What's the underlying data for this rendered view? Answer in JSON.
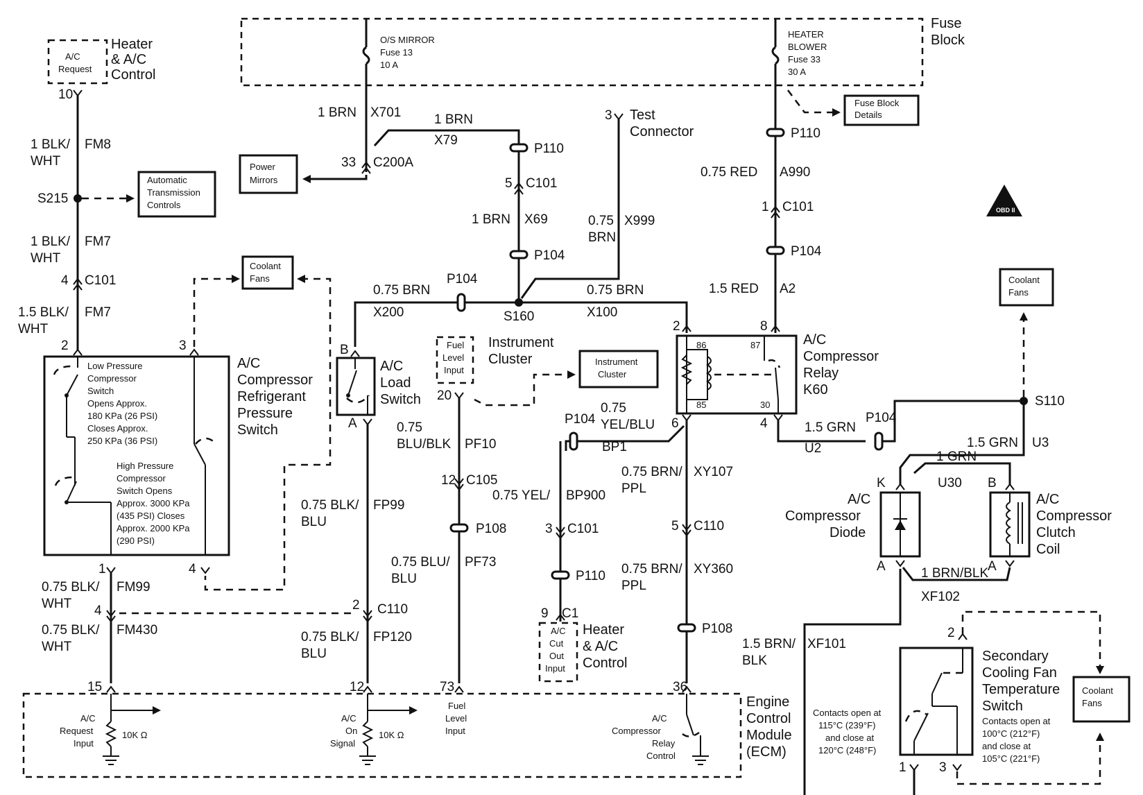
{
  "fuse_block": {
    "title": [
      "Fuse",
      "Block"
    ],
    "fuse13": [
      "O/S MIRROR",
      "Fuse 13",
      "10 A"
    ],
    "fuse33": [
      "HEATER",
      "BLOWER",
      "Fuse 33",
      "30 A"
    ],
    "details": [
      "Fuse Block",
      "Details"
    ]
  },
  "heater_ac_control_top": {
    "title": [
      "Heater",
      "& A/C",
      "Control"
    ],
    "inner": [
      "A/C",
      "Request"
    ],
    "pin": "10"
  },
  "left_wires": {
    "w1": [
      "1 BLK/",
      "WHT"
    ],
    "c1": "FM8",
    "splice": "S215",
    "w2": [
      "1 BLK/",
      "WHT"
    ],
    "c2": "FM7",
    "conn_pin": "4",
    "conn": "C101",
    "w3": [
      "1.5 BLK/",
      "WHT"
    ],
    "c3": "FM7"
  },
  "auto_trans": [
    "Automatic",
    "Transmission",
    "Controls"
  ],
  "power_mirrors": [
    "Power",
    "Mirrors"
  ],
  "coolant_fans": [
    "Coolant",
    "Fans"
  ],
  "center_top": {
    "w_x701": [
      "1 BRN",
      "X701"
    ],
    "w_x79": [
      "1 BRN",
      "X79"
    ],
    "c200a_pin": "33",
    "c200a": "C200A",
    "p110": "P110",
    "c101_pin": "5",
    "c101": "C101",
    "w_x69": [
      "1 BRN",
      "X69"
    ],
    "p104": "P104",
    "test_pin": "3",
    "test": [
      "Test",
      "Connector"
    ],
    "w_x999": [
      "0.75",
      "BRN",
      "X999"
    ],
    "s160": "S160",
    "w_x200": [
      "0.75 BRN",
      "X200"
    ],
    "w_x100": [
      "0.75 BRN",
      "X100"
    ],
    "p104b": "P104"
  },
  "right_top": {
    "p110": "P110",
    "w_a990": [
      "0.75 RED",
      "A990"
    ],
    "c101_pin": "1",
    "c101": "C101",
    "p104": "P104",
    "w_a2": [
      "1.5 RED",
      "A2"
    ]
  },
  "pressure_switch": {
    "title": [
      "A/C",
      "Compressor",
      "Refrigerant",
      "Pressure",
      "Switch"
    ],
    "low": [
      "Low Pressure",
      "Compressor",
      "Switch",
      "Opens Approx.",
      "180 KPa (26 PSI)",
      "Closes Approx.",
      "250 KPa (36 PSI)"
    ],
    "high": [
      "High Pressure",
      "Compressor",
      "Switch Opens",
      "Approx. 3000 KPa",
      "(435 PSI) Closes",
      "Approx. 2000 KPa",
      "(290 PSI)"
    ],
    "pins": [
      "2",
      "3",
      "1",
      "4"
    ]
  },
  "load_switch": {
    "title": [
      "A/C",
      "Load",
      "Switch"
    ],
    "pins": [
      "B",
      "A"
    ]
  },
  "instrument_cluster": {
    "title": [
      "Instrument",
      "Cluster"
    ],
    "inner": [
      "Fuel",
      "Level",
      "Input"
    ],
    "pin": "20",
    "ref": [
      "Instrument",
      "Cluster"
    ]
  },
  "relay": {
    "title": [
      "A/C",
      "Compressor",
      "Relay",
      "K60"
    ],
    "pins": [
      "86",
      "87",
      "85",
      "30"
    ],
    "ext_pins": [
      "2",
      "8",
      "6",
      "4"
    ]
  },
  "mid_wires": {
    "w_pf10": [
      "0.75",
      "BLU/BLK",
      "PF10"
    ],
    "c105_pin": "12",
    "c105": "C105",
    "p108": "P108",
    "w_pf73": [
      "0.75 BLU/",
      "BLU",
      "PF73"
    ],
    "w_fp99": [
      "0.75 BLK/",
      "BLU",
      "FP99"
    ],
    "c110_pin": "2",
    "c110": "C110",
    "w_fp120": [
      "0.75 BLK/",
      "BLU",
      "FP120"
    ],
    "p104": "P104",
    "w_bp1": [
      "0.75",
      "YEL/BLU",
      "BP1"
    ],
    "w_bp900": [
      "0.75 YEL/",
      "BP900"
    ],
    "c101_pin": "3",
    "c101": "C101",
    "p110": "P110",
    "c1_pin": "9",
    "c1": "C1",
    "w_xy107": [
      "0.75 BRN/",
      "PPL",
      "XY107"
    ],
    "c110b_pin": "5",
    "c110b": "C110",
    "w_xy360": [
      "0.75 BRN/",
      "PPL",
      "XY360"
    ],
    "p108b": "P108"
  },
  "left_lower": {
    "w_fm99": [
      "0.75 BLK/",
      "WHT",
      "FM99"
    ],
    "c110_pin": "4",
    "w_fm430": [
      "0.75 BLK/",
      "WHT",
      "FM430"
    ]
  },
  "heater_ac_control_bottom": {
    "title": [
      "Heater",
      "& A/C",
      "Control"
    ],
    "inner": [
      "A/C",
      "Cut",
      "Out",
      "Input"
    ]
  },
  "ecm": {
    "title": [
      "Engine",
      "Control",
      "Module",
      "(ECM)"
    ],
    "pins": [
      "15",
      "12",
      "73",
      "36"
    ],
    "req": [
      "A/C",
      "Request",
      "Input"
    ],
    "res1": "10K Ω",
    "on": [
      "A/C",
      "On",
      "Signal"
    ],
    "res2": "10K Ω",
    "fuel": [
      "Fuel",
      "Level",
      "Input"
    ],
    "relay_ctl": [
      "A/C",
      "Compressor",
      "Relay",
      "Control"
    ]
  },
  "right_side": {
    "w_u2": [
      "1.5 GRN",
      "U2"
    ],
    "p104": "P104",
    "s110": "S110",
    "w_u3": [
      "1.5 GRN",
      "U3"
    ],
    "w_u30": [
      "1 GRN",
      "U30"
    ],
    "diode": [
      "A/C",
      "Compressor",
      "Diode"
    ],
    "diode_pins": [
      "K",
      "A"
    ],
    "clutch": [
      "A/C",
      "Compressor",
      "Clutch",
      "Coil"
    ],
    "clutch_pins": [
      "B",
      "A"
    ],
    "w_xf102": [
      "1 BRN/BLK",
      "XF102"
    ],
    "w_xf101": [
      "1.5 BRN/",
      "BLK",
      "XF101"
    ]
  },
  "temp_switch": {
    "title": [
      "Secondary",
      "Cooling Fan",
      "Temperature",
      "Switch"
    ],
    "spec_right": [
      "Contacts open at",
      "100°C (212°F)",
      "and close at",
      "105°C (221°F)"
    ],
    "spec_left": [
      "Contacts open at",
      "115°C (239°F)",
      "and close at",
      "120°C (248°F)"
    ],
    "pins": [
      "2",
      "1",
      "3"
    ]
  },
  "obd": "OBD II"
}
